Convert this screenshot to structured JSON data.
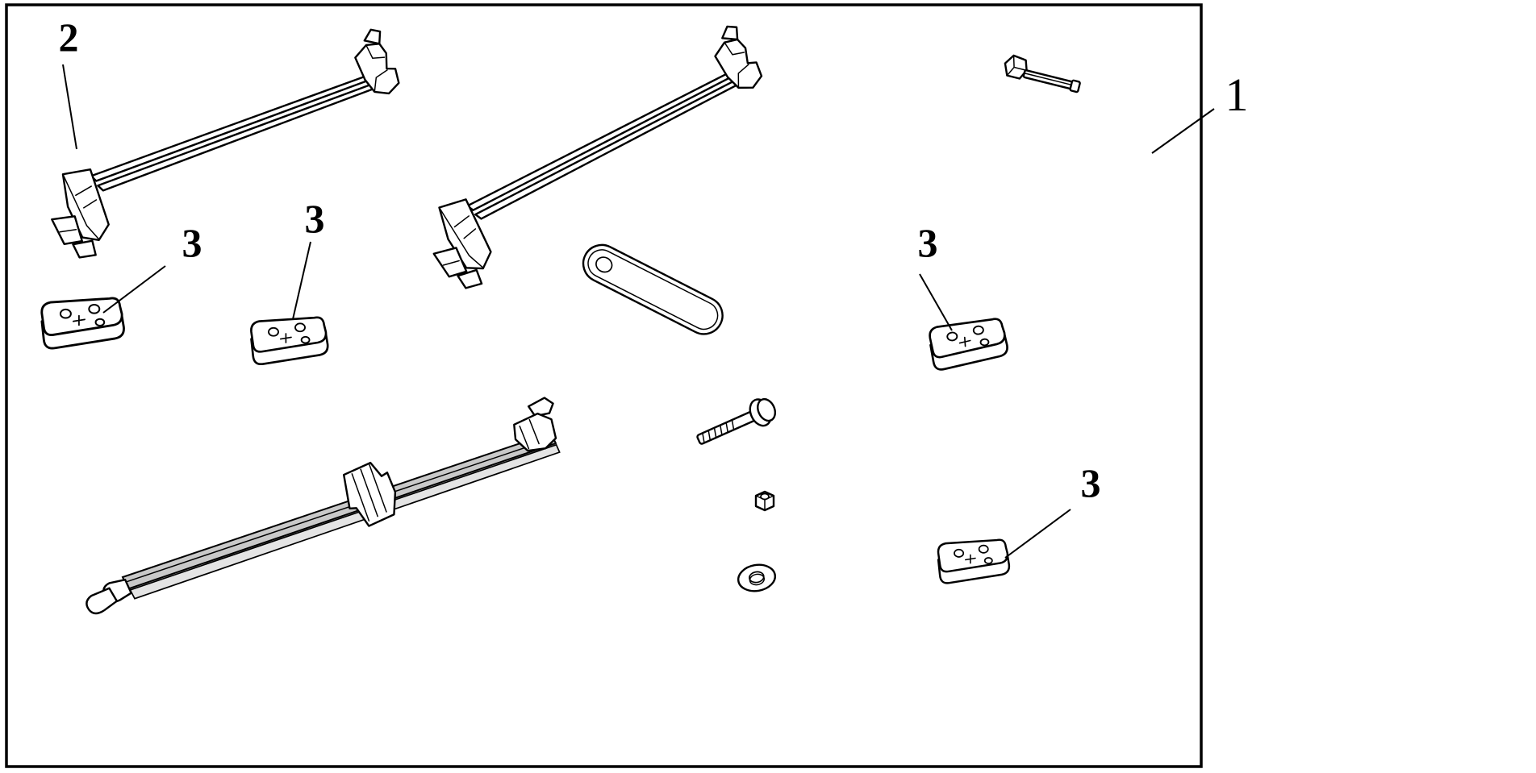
{
  "diagram": {
    "type": "exploded-parts-diagram",
    "callouts": [
      {
        "label": "1",
        "points_to": "installation-kit-frame"
      },
      {
        "label": "2",
        "points_to": "roof-crossbar-assembly-left"
      },
      {
        "label": "3",
        "points_to": "mounting-pad-a"
      },
      {
        "label": "3",
        "points_to": "mounting-pad-b"
      },
      {
        "label": "3",
        "points_to": "mounting-pad-c"
      },
      {
        "label": "3",
        "points_to": "mounting-pad-d"
      }
    ],
    "parts": [
      "roof-crossbar-assembly-left",
      "roof-crossbar-assembly-right",
      "torx-key-tool",
      "wrench-plate-tool",
      "mounting-pad-a",
      "mounting-pad-b",
      "mounting-pad-c",
      "mounting-pad-d",
      "carriage-bolt",
      "flange-nut",
      "washer",
      "side-rail-assembly"
    ]
  },
  "colors": {
    "background": "#ffffff",
    "line": "#000000",
    "shading": "#c9c9c9"
  }
}
